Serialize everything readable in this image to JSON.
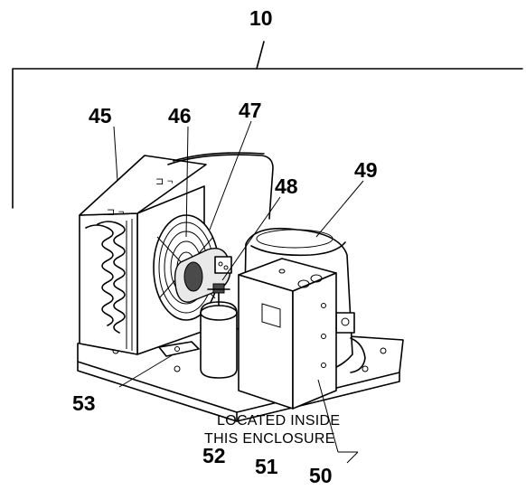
{
  "callouts": {
    "c10": "10",
    "c45": "45",
    "c46": "46",
    "c47": "47",
    "c48": "48",
    "c49": "49",
    "c50": "50",
    "c51": "51",
    "c52": "52",
    "c53": "53"
  },
  "note": {
    "line1": "LOCATED INSIDE",
    "line2": "THIS ENCLOSURE"
  }
}
